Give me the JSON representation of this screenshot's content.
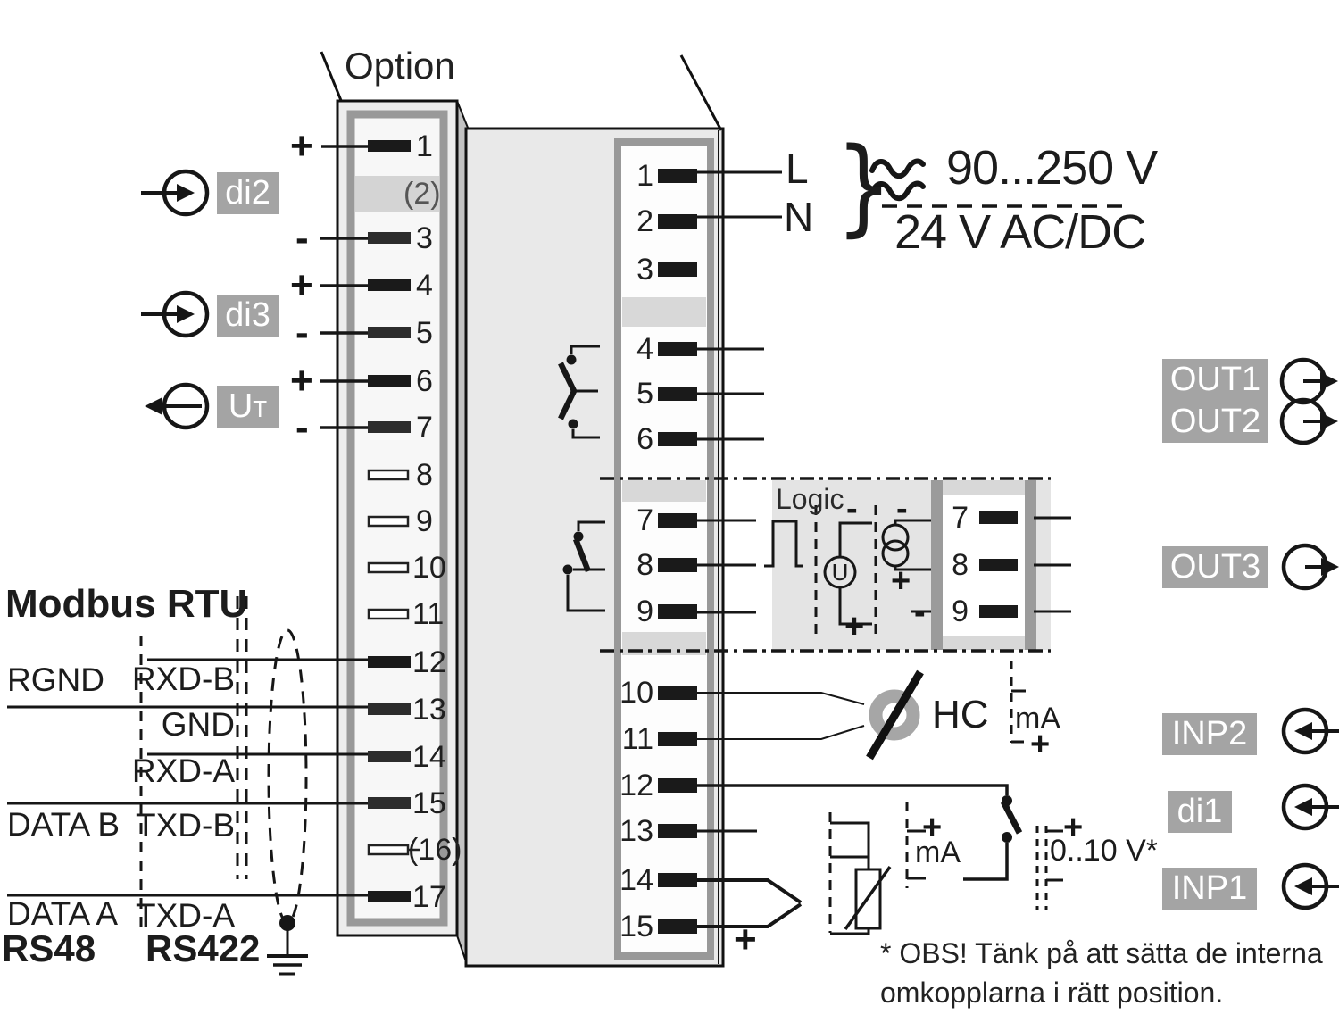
{
  "labels": {
    "option": "Option",
    "logic": "Logic",
    "modbus_title": "Modbus RTU",
    "rs_left": "RS48",
    "rs_right": "RS422",
    "hc": "HC",
    "brace": "}"
  },
  "power": {
    "l": "L",
    "n": "N",
    "ac_range": "90...250 V",
    "dc_range": "24 V AC/DC"
  },
  "signs": {
    "plus": "+",
    "minus": "-"
  },
  "io_tags": {
    "di2": "di2",
    "di3": "di3",
    "ut_main": "U",
    "ut_sub": "T",
    "out1": "OUT1",
    "out2": "OUT2",
    "out3": "OUT3",
    "inp2": "INP2",
    "di1": "di1",
    "inp1": "INP1"
  },
  "option_block": {
    "terminals": [
      "1",
      "(2)",
      "3",
      "4",
      "5",
      "6",
      "7",
      "8",
      "9",
      "10",
      "11",
      "12",
      "13",
      "14",
      "15",
      "(16)",
      "17"
    ]
  },
  "main_block": {
    "terminals": [
      "1",
      "2",
      "3",
      "4",
      "5",
      "6",
      "7",
      "8",
      "9",
      "10",
      "11",
      "12",
      "13",
      "14",
      "15"
    ]
  },
  "out3_block": {
    "terminals": [
      "7",
      "8",
      "9"
    ]
  },
  "logic_symbols": {
    "u": "U"
  },
  "analog": {
    "ma": "mA",
    "volt": "0..10 V*"
  },
  "modbus": {
    "rgnd": "RGND",
    "rxdb": "RXD-B",
    "gnd": "GND",
    "rxda": "RXD-A",
    "datab": "DATA B",
    "txdb": "TXD-B",
    "dataa": "DATA A",
    "txda": "TXD-A"
  },
  "footnote": {
    "line1": "* OBS! Tänk på att sätta de interna",
    "line2": "omkopplarna i rätt position."
  }
}
